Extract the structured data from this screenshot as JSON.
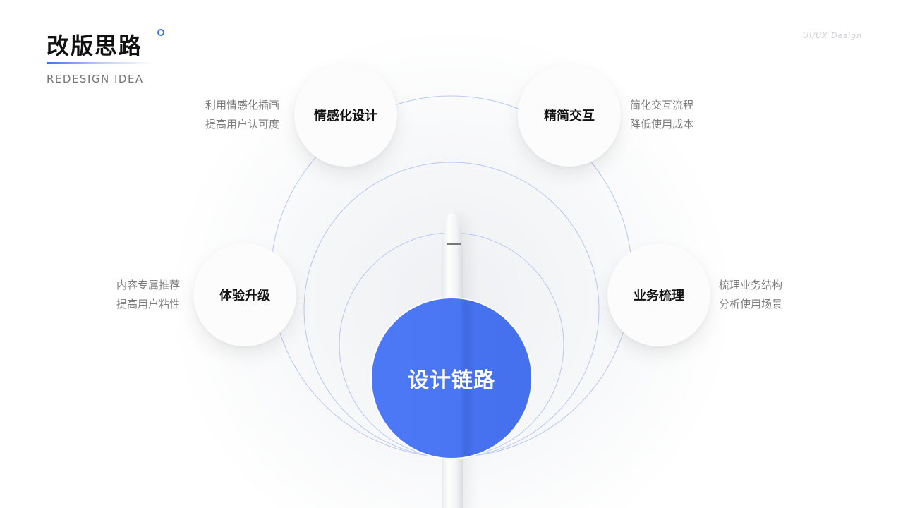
{
  "header": {
    "title": "改版思路",
    "subtitle": "REDESIGN IDEA",
    "brand": "UI/UX Design"
  },
  "colors": {
    "accent": "#3d6ef5",
    "center_fill": "#4a76f4",
    "ring_stroke": "#b8c8f5"
  },
  "center": {
    "label": "设计链路"
  },
  "nodes": [
    {
      "label": "情感化设计",
      "desc": [
        "利用情感化插画",
        "提高用户认可度"
      ]
    },
    {
      "label": "精简交互",
      "desc": [
        "简化交互流程",
        "降低使用成本"
      ]
    },
    {
      "label": "体验升级",
      "desc": [
        "内容专属推荐",
        "提高用户粘性"
      ]
    },
    {
      "label": "业务梳理",
      "desc": [
        "梳理业务结构",
        "分析使用场景"
      ]
    }
  ]
}
